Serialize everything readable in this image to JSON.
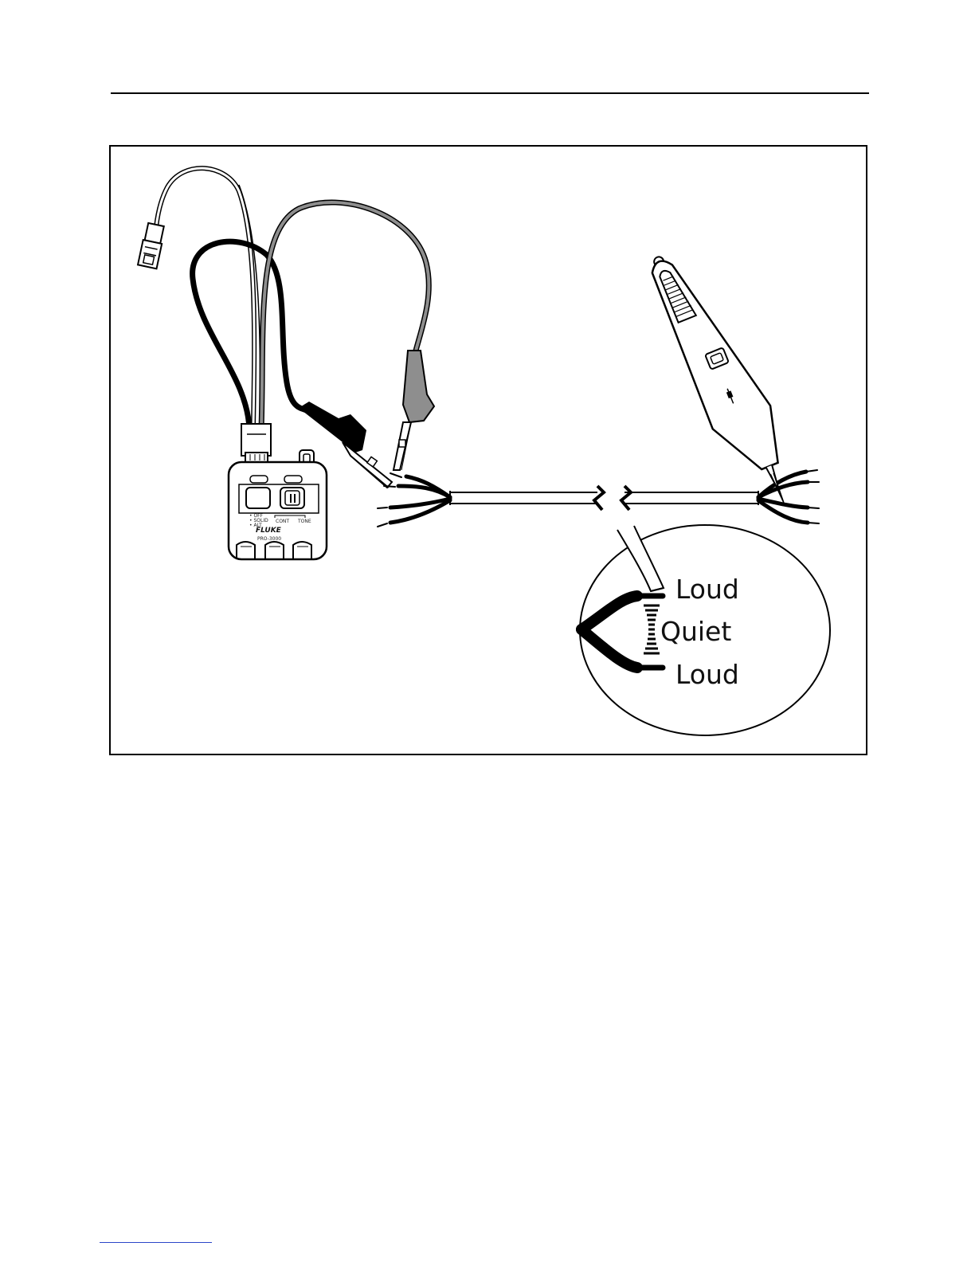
{
  "diagram": {
    "callout": {
      "labels": [
        "Loud",
        "Quiet",
        "Loud"
      ]
    },
    "tone_generator": {
      "switch_labels": [
        "• OFF",
        "• SOLID",
        "• ALT"
      ],
      "mode_labels": [
        "CONT",
        "TONE"
      ],
      "brand": "FLUKE",
      "model": "PRO-3000"
    },
    "colors": {
      "ink": "#000000",
      "gray_lead": "#8e8e8e",
      "footer_link": "#2b46c8"
    }
  }
}
